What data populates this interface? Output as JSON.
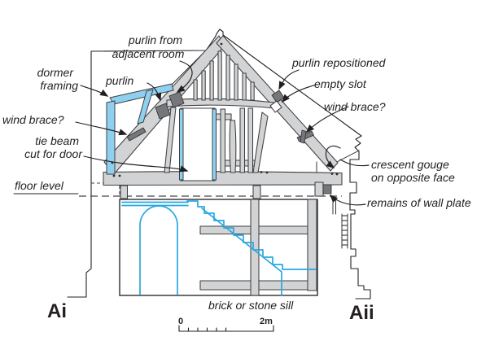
{
  "diagram": {
    "labels": {
      "purlin_from_1": "purlin from",
      "purlin_from_2": "adjacent room",
      "dormer_1": "dormer",
      "dormer_2": "framing",
      "purlin": "purlin",
      "wind_brace_left": "wind brace?",
      "tie_beam_1": "tie beam",
      "tie_beam_2": "cut for door",
      "floor_level": "floor level",
      "purlin_repositioned": "purlin repositioned",
      "empty_slot": "empty slot",
      "wind_brace_right": "wind brace?",
      "crescent_1": "crescent gouge",
      "crescent_2": "on opposite face",
      "wall_plate": "remains of wall plate",
      "sill": "brick or stone sill",
      "section_ai": "Ai",
      "section_aii": "Aii",
      "scale_zero": "0",
      "scale_two_m": "2m"
    },
    "colors": {
      "background": "#ffffff",
      "ink": "#231f20",
      "timber_fill": "#d2d3d5",
      "timber_stroke": "#3f3f41",
      "highlight_fill": "#8fd0f0",
      "highlight_stroke": "#29a8e0",
      "slot_fill": "#76777a"
    }
  }
}
